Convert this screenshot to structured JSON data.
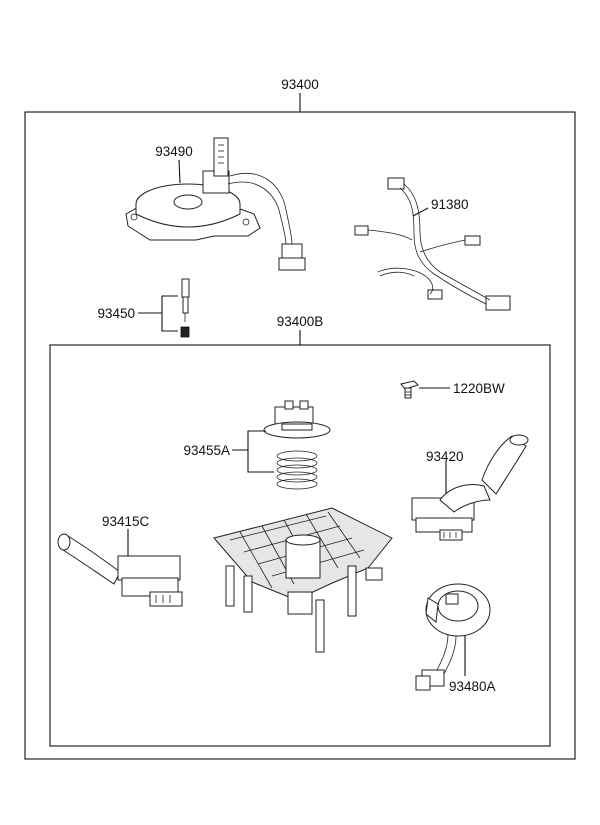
{
  "diagram": {
    "assembly_label": "93400",
    "subassembly_label": "93400B",
    "parts": {
      "clock_spring": "93490",
      "wiring_harness": "91380",
      "pin_set": "93450",
      "screw": "1220BW",
      "spring_plate": "93455A",
      "wiper_switch": "93420",
      "light_switch": "93415C",
      "contact_ring": "93480A"
    }
  }
}
